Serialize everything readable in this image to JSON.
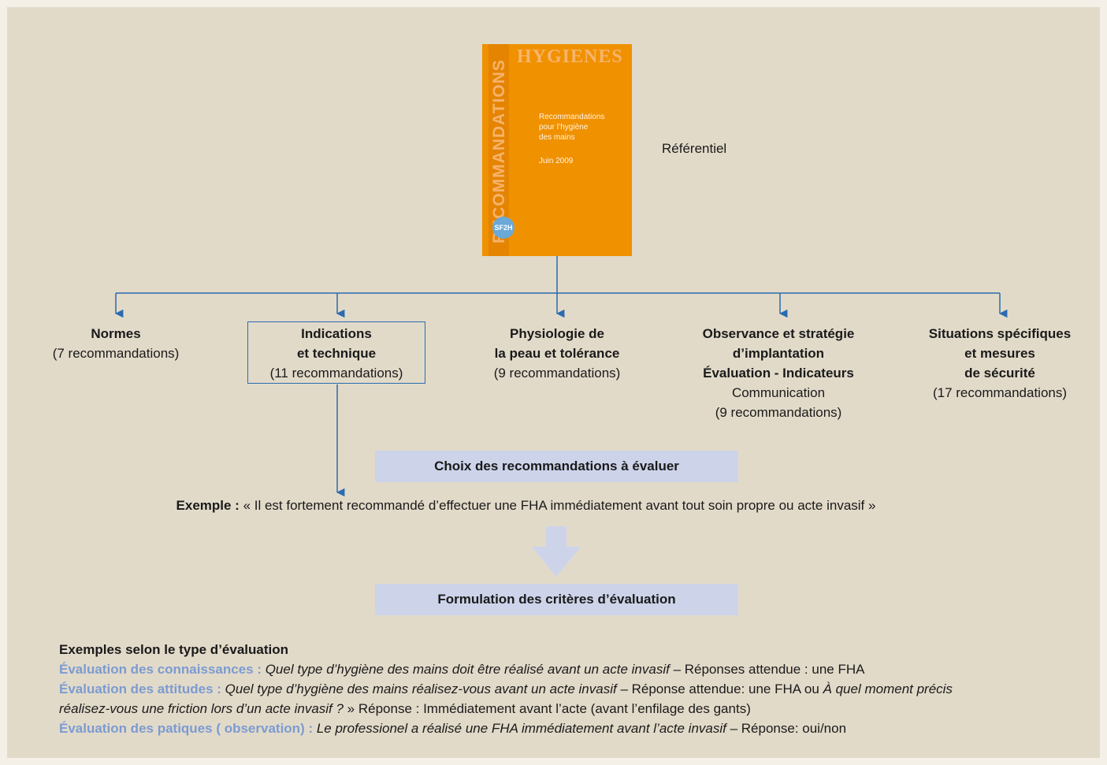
{
  "cover": {
    "brand": "HYGIENES",
    "vertical": "RECOMMANDATIONS",
    "title_lines": [
      "Recommandations",
      "pour l’hygiène",
      "des mains"
    ],
    "date": "Juin 2009",
    "logo": "SF2H"
  },
  "referentiel_label": "Référentiel",
  "categories": [
    {
      "bold1": "Normes",
      "bold2": "",
      "extra": "",
      "count": "(7 recommandations)"
    },
    {
      "bold1": "Indications",
      "bold2": "et technique",
      "extra": "",
      "count": "(11 recommandations)"
    },
    {
      "bold1": "Physiologie de",
      "bold2": "la peau et tolérance",
      "extra": "",
      "count": "(9 recommandations)"
    },
    {
      "bold1": "Observance et stratégie",
      "bold2": "d’implantation",
      "bold3": "Évaluation - Indicateurs",
      "extra": "Communication",
      "count": "(9 recommandations)"
    },
    {
      "bold1": "Situations spécifiques",
      "bold2": "et mesures",
      "bold3": "de sécurité",
      "extra": "",
      "count": "(17 recommandations)"
    }
  ],
  "choice_bar": "Choix des recommandations à évaluer",
  "example": {
    "label": "Exemple :",
    "text": " « Il est fortement recommandé d’effectuer une FHA immédiatement avant tout soin propre ou acte invasif »"
  },
  "criteria_bar": "Formulation des critères d’évaluation",
  "types": {
    "heading": "Exemples selon le type d’évaluation",
    "knowledge": {
      "label": "Évaluation des connaissances :",
      "question": " Quel type d’hygiène des mains doit être réalisé avant un acte invasif",
      "answer": " – Réponses attendue : une FHA"
    },
    "attitudes": {
      "label": "Évaluation des attitudes :",
      "question": " Quel type d’hygiène des mains réalisez-vous avant un acte invasif",
      "answer_mid": " – Réponse attendue: une FHA ou ",
      "question2": "À quel moment précis réalisez-vous une friction lors d’un acte invasif ?",
      "answer": " » Réponse : Immédiatement avant l’acte (avant l’enfilage des gants)"
    },
    "practice": {
      "label": "Évaluation des patiques ( observation) :",
      "question": " Le professionel a réalisé une FHA immédiatement avant l’acte invasif",
      "answer": " – Réponse: oui/non"
    }
  },
  "colors": {
    "background": "#e2dac9",
    "cover": "#f09100",
    "line": "#2a6bb0",
    "bar": "#cdd4ea",
    "label_blue": "#7b9bd1"
  }
}
